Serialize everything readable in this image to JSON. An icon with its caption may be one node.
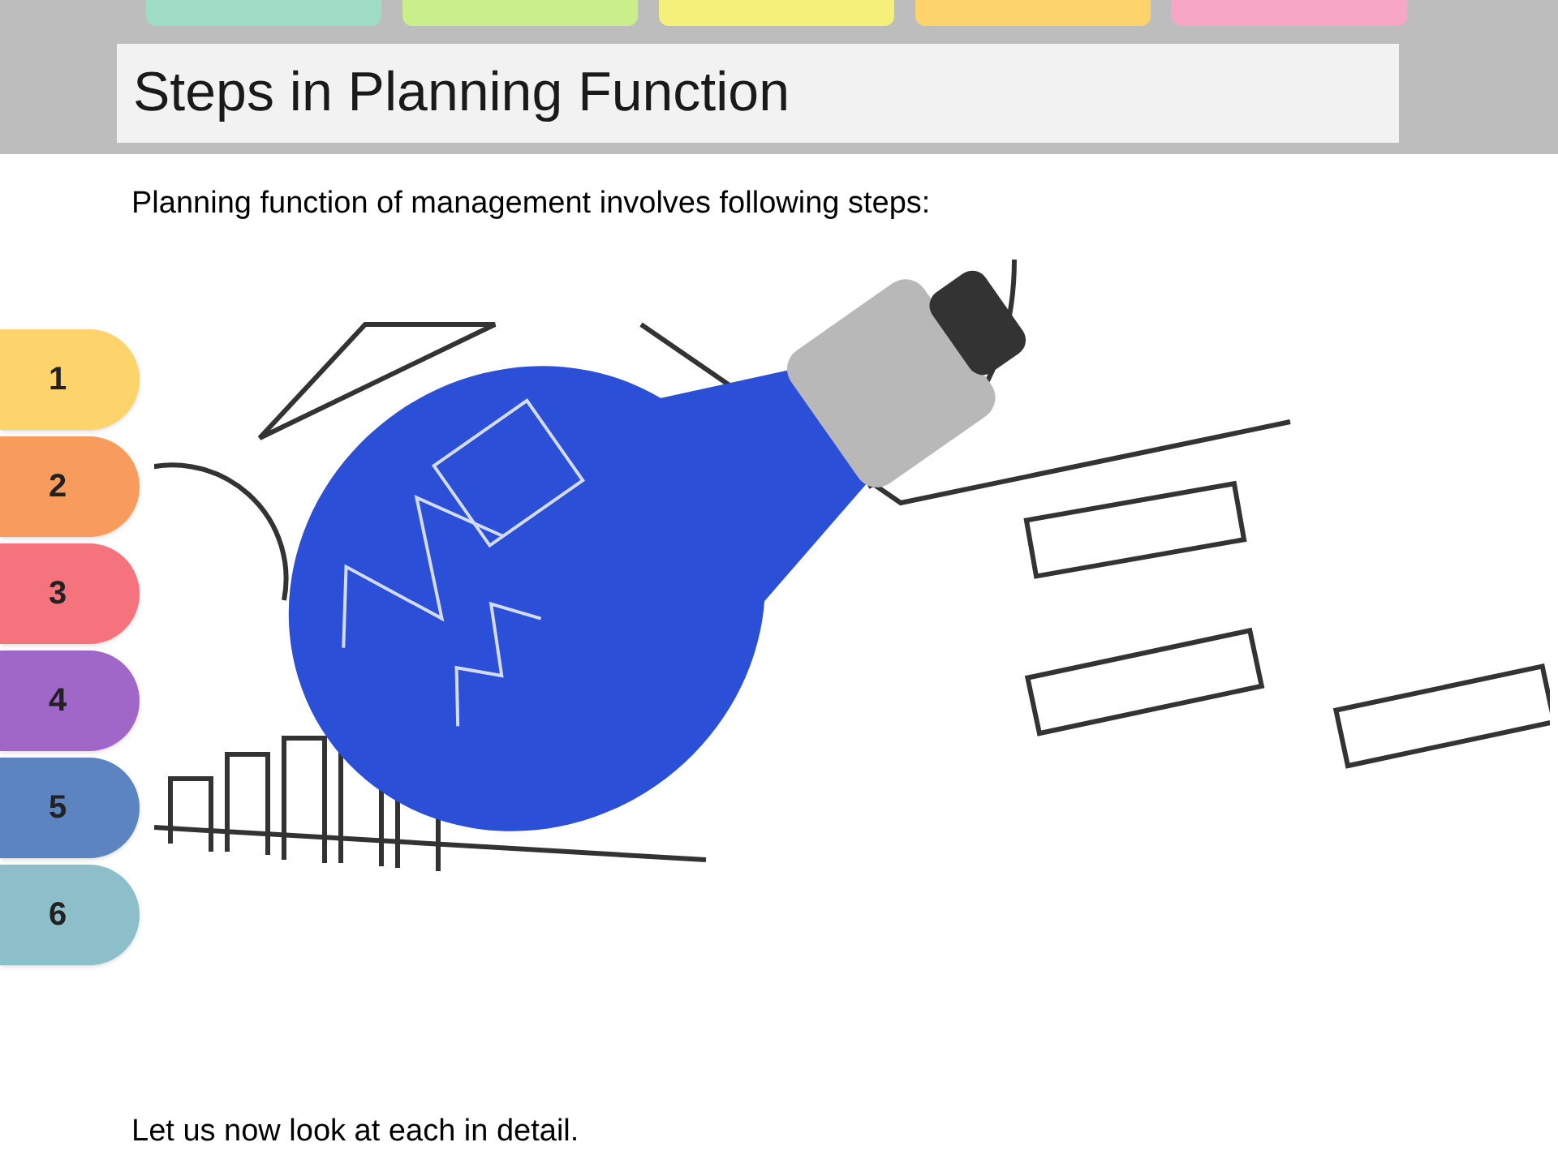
{
  "diagram": {
    "title": "Steps in Planning Function",
    "nodes": [
      {
        "text": [
          "1"
        ]
      },
      {
        "text": [
          "2"
        ]
      },
      {
        "text": [
          "3"
        ]
      },
      {
        "text": [
          "4"
        ]
      },
      {
        "text": [
          "5"
        ]
      },
      {
        "text": [
          "6"
        ]
      }
    ],
    "labels": [
      "Planning function of management involves following steps:",
      "Let us now look at each in detail."
    ]
  }
}
